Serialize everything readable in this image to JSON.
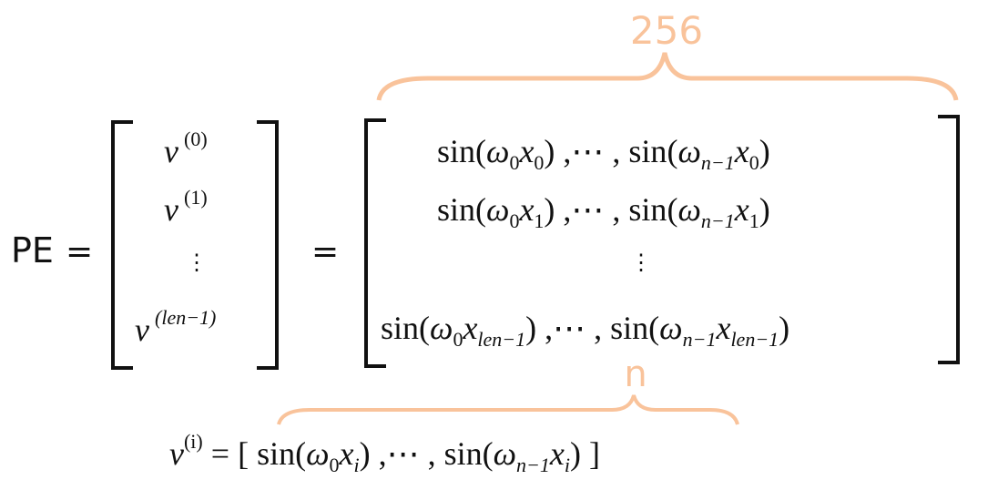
{
  "colors": {
    "ink": "#111111",
    "accent": "#f9c39b"
  },
  "labels": {
    "pe": "PE",
    "equals": "=",
    "dim_top": "256",
    "dim_bottom": "n",
    "vdots": "⋮"
  },
  "left_vector": [
    {
      "base": "v",
      "sup": "(0)"
    },
    {
      "base": "v",
      "sup": "(1)"
    },
    {
      "base": "v",
      "sup": "(len−1)"
    }
  ],
  "right_matrix_rows": [
    {
      "sub0": "0",
      "subx": "0",
      "subn": "n−1",
      "subx2": "0"
    },
    {
      "sub0": "0",
      "subx": "1",
      "subn": "n−1",
      "subx2": "1"
    },
    {
      "sub0": "0",
      "subx": "len−1",
      "subn": "n−1",
      "subx2": "len−1"
    }
  ],
  "bottom_formula": {
    "lhs_base": "v",
    "lhs_sup": "(i)",
    "sub_i": "i",
    "sub_n": "n−1"
  },
  "fn": {
    "sin": "sin",
    "omega": "ω",
    "x": "x",
    "ellipsis": "⋯"
  }
}
